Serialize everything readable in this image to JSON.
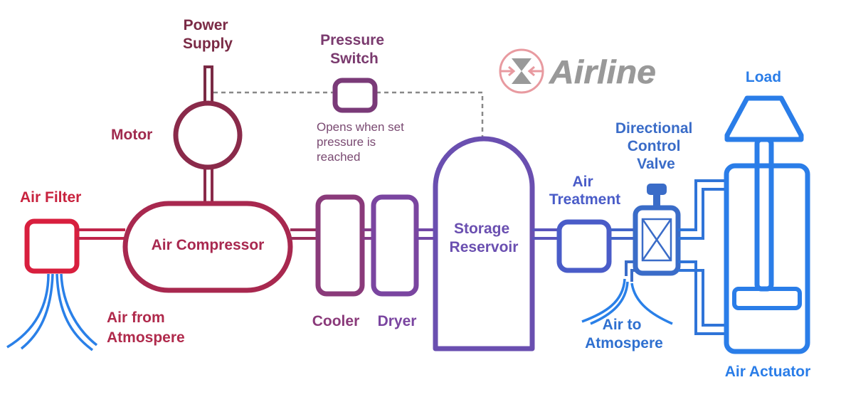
{
  "brand": {
    "logo_text": "Airline"
  },
  "components": {
    "power_supply": [
      "Power",
      "Supply"
    ],
    "pressure_switch": [
      "Pressure",
      "Switch"
    ],
    "pressure_switch_note": [
      "Opens when set",
      "pressure is",
      "reached"
    ],
    "motor": "Motor",
    "air_filter": "Air Filter",
    "air_from_atmosphere": [
      "Air from",
      "Atmospere"
    ],
    "air_compressor": "Air Compressor",
    "cooler": "Cooler",
    "dryer": "Dryer",
    "storage_reservoir": [
      "Storage",
      "Reservoir"
    ],
    "air_treatment": [
      "Air",
      "Treatment"
    ],
    "directional_control_valve": [
      "Directional",
      "Control",
      "Valve"
    ],
    "air_to_atmosphere": [
      "Air to",
      "Atmospere"
    ],
    "load": "Load",
    "air_actuator": "Air Actuator"
  },
  "colors": {
    "power": "#7a2a45",
    "filter": "#d81f3e",
    "compressor": "#a8284f",
    "cooler": "#8a3a7a",
    "dryer": "#7a45a0",
    "reservoir": "#6a4fb0",
    "treatment": "#4a5cc8",
    "valve": "#3a6cc8",
    "actuator": "#2a7de8",
    "air_stream": "#2a80e8",
    "dashed_line": "#888888",
    "logo_red": "#e89aa0",
    "logo_gray": "#999999"
  }
}
